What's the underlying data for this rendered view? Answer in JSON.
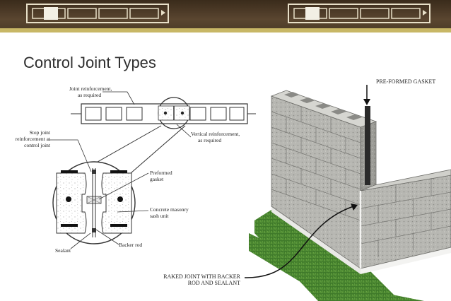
{
  "slide": {
    "title": "Control Joint Types"
  },
  "diagram": {
    "labels": {
      "joint_reinforcement_1": "Joint reinforcement,",
      "joint_reinforcement_2": "as required",
      "stop_joint_1": "Stop joint",
      "stop_joint_2": "reinforcement at",
      "stop_joint_3": "control joint",
      "vertical_reinf_1": "Vertical reinforcement,",
      "vertical_reinf_2": "as required",
      "preformed_1": "Preformed",
      "preformed_2": "gasket",
      "concrete_1": "Concrete masonry",
      "concrete_2": "sash unit",
      "backer_rod": "Backer rod",
      "sealant": "Sealant"
    }
  },
  "photo": {
    "pre_formed_gasket": "PRE-FORMED GASKET",
    "raked_joint_1": "RAKED JOINT WITH BACKER",
    "raked_joint_2": "ROD AND SEALANT"
  }
}
